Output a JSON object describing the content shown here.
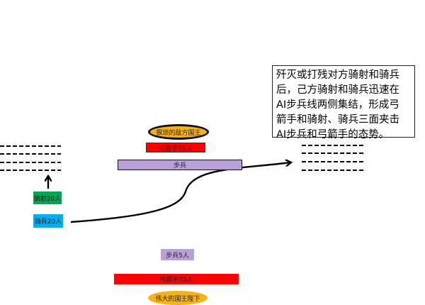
{
  "callout": {
    "text": "歼灭或打残对方骑射和骑兵\n后，己方骑射和骑兵迅速在\nAI步兵线两侧集结，形成弓\n箭手和骑射、骑兵三面夹击\nAI步兵和弓箭手的态势。"
  },
  "enemy": {
    "king": "狠琐的敌方国王",
    "archers": "弓箭手50人",
    "infantry": "步兵"
  },
  "own": {
    "horse_archers": "骑射20人",
    "cavalry": "骑兵20人",
    "infantry": "步兵5人",
    "archers": "弓箭手55人",
    "king": "伟大的国王陛下"
  },
  "colors": {
    "green": "#00a651",
    "cyan": "#00aeef",
    "purple": "#b9a0d9",
    "red": "#ff0000",
    "gold": "#f7b21a"
  }
}
